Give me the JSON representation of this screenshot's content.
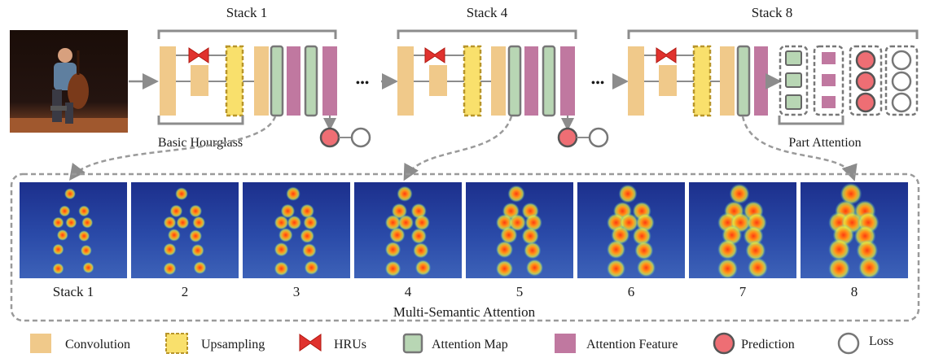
{
  "stacks": [
    {
      "title": "Stack 1",
      "sublabel": "Basic Hourglass"
    },
    {
      "title": "Stack 4",
      "sublabel": ""
    },
    {
      "title": "Stack 8",
      "sublabel": "Part Attention"
    }
  ],
  "ellipsis": "•••",
  "attention_panel": {
    "caption": "Multi-Semantic Attention",
    "heatmap_labels": [
      "Stack 1",
      "2",
      "3",
      "4",
      "5",
      "6",
      "7",
      "8"
    ]
  },
  "legend": [
    {
      "label": "Convolution",
      "icon": "conv-block"
    },
    {
      "label": "Upsampling",
      "icon": "upsample-block"
    },
    {
      "label": "HRUs",
      "icon": "bowtie"
    },
    {
      "label": "Attention Map",
      "icon": "attention-map-block"
    },
    {
      "label": "Attention Feature",
      "icon": "attention-feature-block"
    },
    {
      "label": "Prediction",
      "icon": "prediction-circle"
    },
    {
      "label": "Loss",
      "icon": "loss-circle"
    }
  ],
  "colors": {
    "convolution": "#F0C98A",
    "upsampling": "#F9E06C",
    "upsampling_border": "#B8952A",
    "hru": "#E0322E",
    "attention_map": "#B8D6B4",
    "attention_feature": "#C078A0",
    "prediction": "#EE6E74",
    "loss": "#FFFFFF",
    "line": "#8C8C8C",
    "heatmap_bg": "#1E3A8A"
  }
}
